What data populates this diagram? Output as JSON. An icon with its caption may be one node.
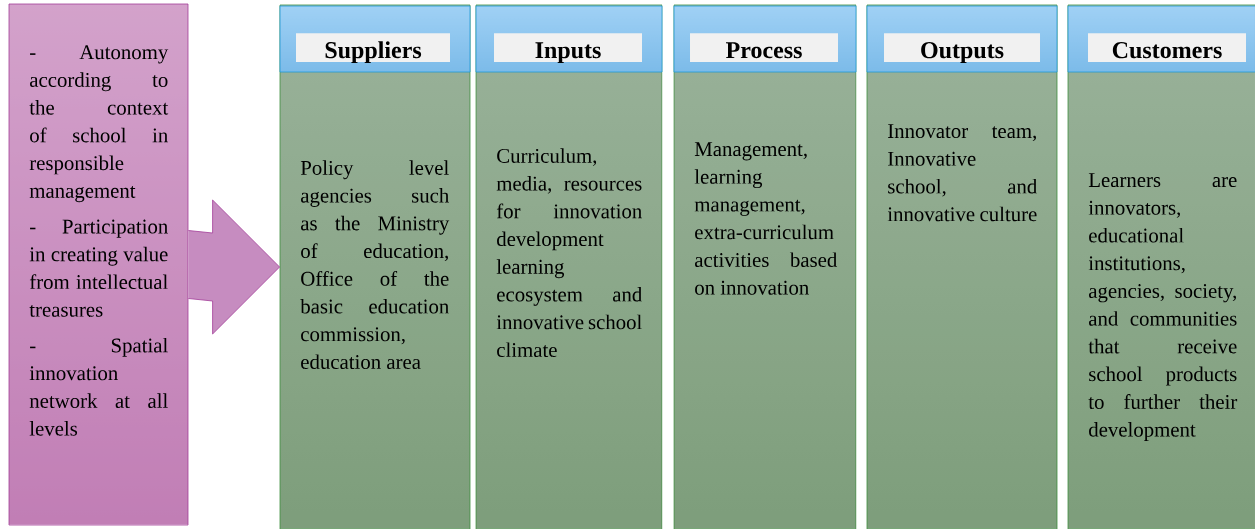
{
  "diagram": {
    "nodes": [
      {
        "text": [
          "- Autonomy according to the context of school in responsible management",
          "- Participation in creating value from intellectual treasures",
          "- Spatial innovation network at all levels"
        ]
      },
      {
        "text": [
          "Suppliers",
          "Policy level agencies such as the Ministry of education, Office of the basic education commission, education area"
        ]
      },
      {
        "text": [
          "Inputs",
          "Curriculum, media, resources for innovation development learning ecosystem and innovative school climate"
        ]
      },
      {
        "text": [
          "Process",
          "Management, learning management, extra-curriculum activities based on innovation"
        ]
      },
      {
        "text": [
          "Outputs",
          "Innovator team, Innovative school, and innovative culture"
        ]
      },
      {
        "text": [
          "Customers",
          "Learners are innovators, educational institutions, agencies, society, and communities that receive school products to further their development"
        ]
      }
    ],
    "edges": [
      {
        "from": 0,
        "to": 1,
        "arrow": "to"
      }
    ]
  }
}
